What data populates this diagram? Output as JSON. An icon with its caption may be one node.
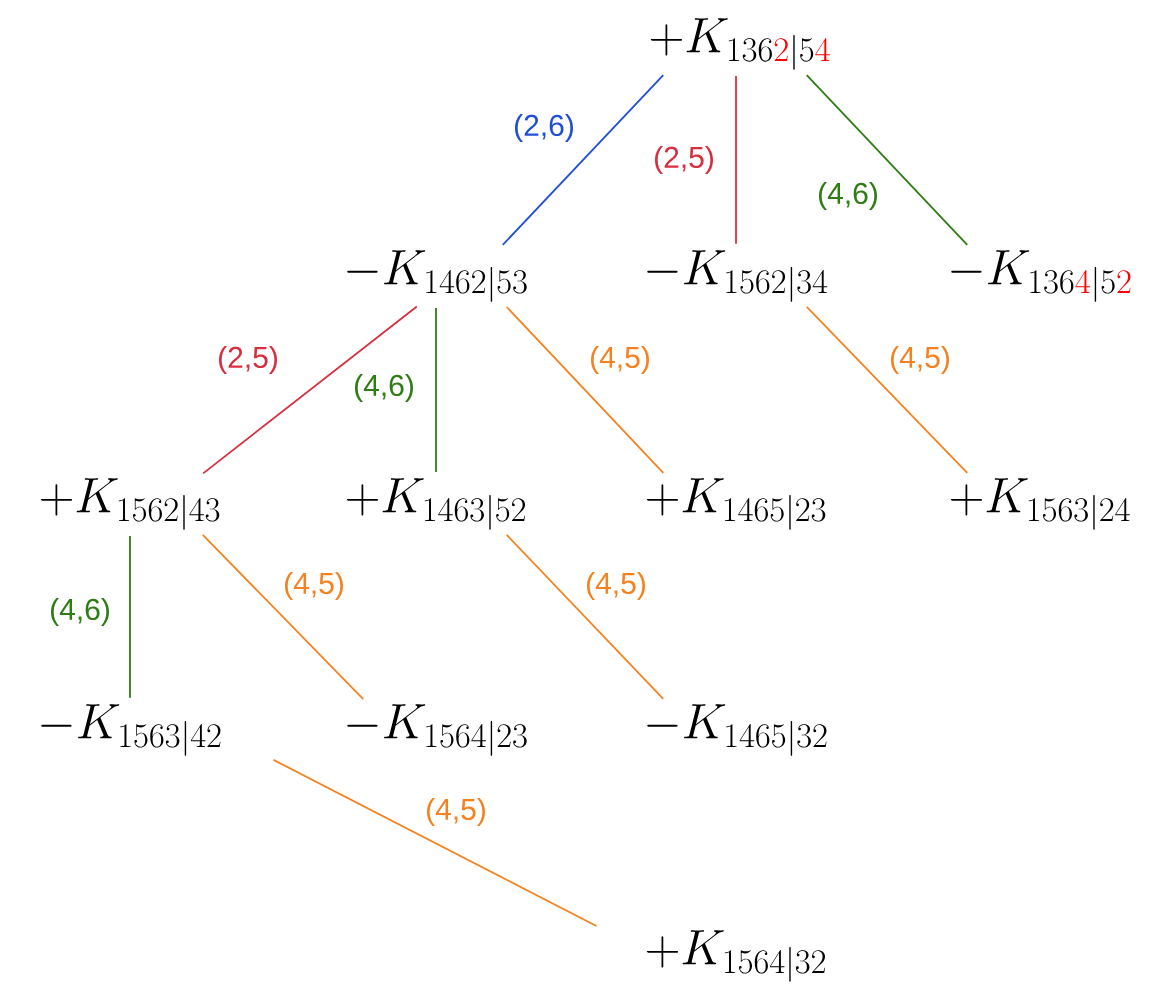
{
  "diagram": {
    "nodes": [
      {
        "text": [
          "+K_{136{\\color{red}2}|5{\\color{red}4}}"
        ]
      },
      {
        "text": [
          "-K_{1462|53}"
        ]
      },
      {
        "text": [
          "-K_{1562|34}"
        ]
      },
      {
        "text": [
          "-K_{136{\\color{red}4}|5{\\color{red}2}}"
        ]
      },
      {
        "text": [
          "+K_{1562|43}"
        ]
      },
      {
        "text": [
          "+K_{1463|52}"
        ]
      },
      {
        "text": [
          "+K_{1465|23}"
        ]
      },
      {
        "text": [
          "+K_{1563|24}"
        ]
      },
      {
        "text": [
          "-K_{1563|42}"
        ]
      },
      {
        "text": [
          "-K_{1564|23}"
        ]
      },
      {
        "text": [
          "-K_{1465|32}"
        ]
      },
      {
        "text": [
          "+K_{1564|32}"
        ]
      }
    ],
    "edges": [
      {
        "from": 0,
        "to": 1,
        "arrow": "none",
        "label": "(2,6)",
        "color": "#1f4fd6"
      },
      {
        "from": 0,
        "to": 2,
        "arrow": "none",
        "label": "(2,5)",
        "color": "#d62f3f"
      },
      {
        "from": 0,
        "to": 3,
        "arrow": "none",
        "label": "(4,6)",
        "color": "#2e7d12"
      },
      {
        "from": 1,
        "to": 4,
        "arrow": "none",
        "label": "(2,5)",
        "color": "#d62f3f"
      },
      {
        "from": 1,
        "to": 5,
        "arrow": "none",
        "label": "(4,6)",
        "color": "#2e7d12"
      },
      {
        "from": 1,
        "to": 6,
        "arrow": "none",
        "label": "(4,5)"
      },
      {
        "from": 2,
        "to": 7,
        "arrow": "none",
        "label": "(4,5)"
      },
      {
        "from": 4,
        "to": 8,
        "arrow": "none",
        "label": "(4,6)",
        "color": "#2e7d12"
      },
      {
        "from": 4,
        "to": 9,
        "arrow": "none",
        "label": "(4,5)"
      },
      {
        "from": 5,
        "to": 10,
        "arrow": "none",
        "label": "(4,5)"
      },
      {
        "from": 8,
        "to": 11,
        "arrow": "none",
        "label": "(4,5)"
      }
    ]
  }
}
